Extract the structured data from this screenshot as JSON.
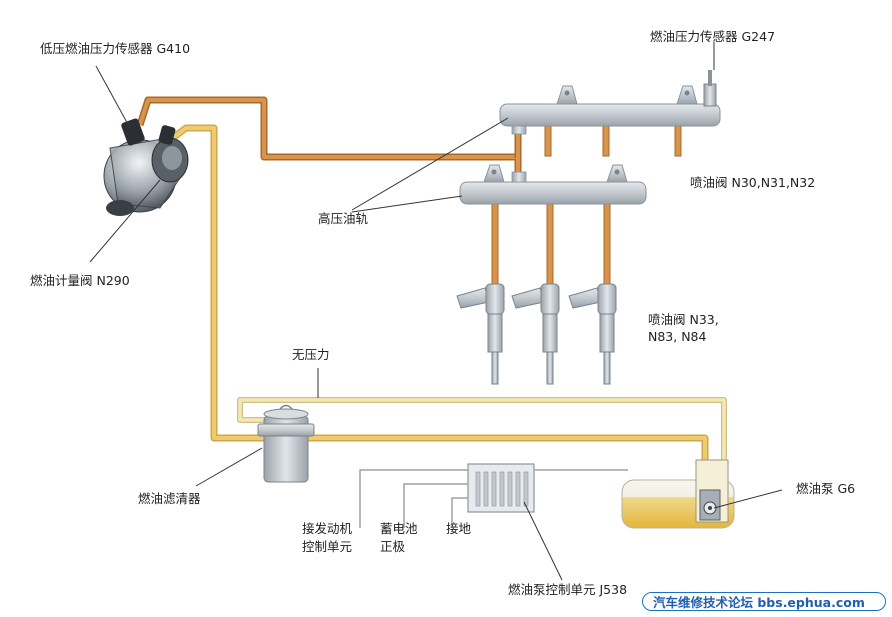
{
  "labels": {
    "low_pressure_sensor": "低压燃油压力传感器 G410",
    "fuel_pressure_sensor": "燃油压力传感器 G247",
    "injectors_upper": "喷油阀 N30,N31,N32",
    "high_pressure_rail": "高压油轨",
    "metering_valve": "燃油计量阀 N290",
    "injectors_lower_line1": "喷油阀 N33,",
    "injectors_lower_line2": "N83, N84",
    "no_pressure": "无压力",
    "fuel_filter": "燃油滤清器",
    "engine_ecu_line1": "接发动机",
    "engine_ecu_line2": "控制单元",
    "battery_line1": "蓄电池",
    "battery_line2": "正极",
    "ground": "接地",
    "fuel_pump": "燃油泵 G6",
    "pump_control_unit": "燃油泵控制单元 J538"
  },
  "watermark": "汽车维修技术论坛 bbs.ephua.com",
  "colors": {
    "high_pressure_line": "#c8823a",
    "low_pressure_line": "#e6c55c",
    "return_line": "#ecdc96",
    "metal_rail": "#c7cdd3",
    "fuel_tank": "#ebc95a",
    "leader_line": "#333333",
    "watermark_blue": "#1f6fc0"
  }
}
